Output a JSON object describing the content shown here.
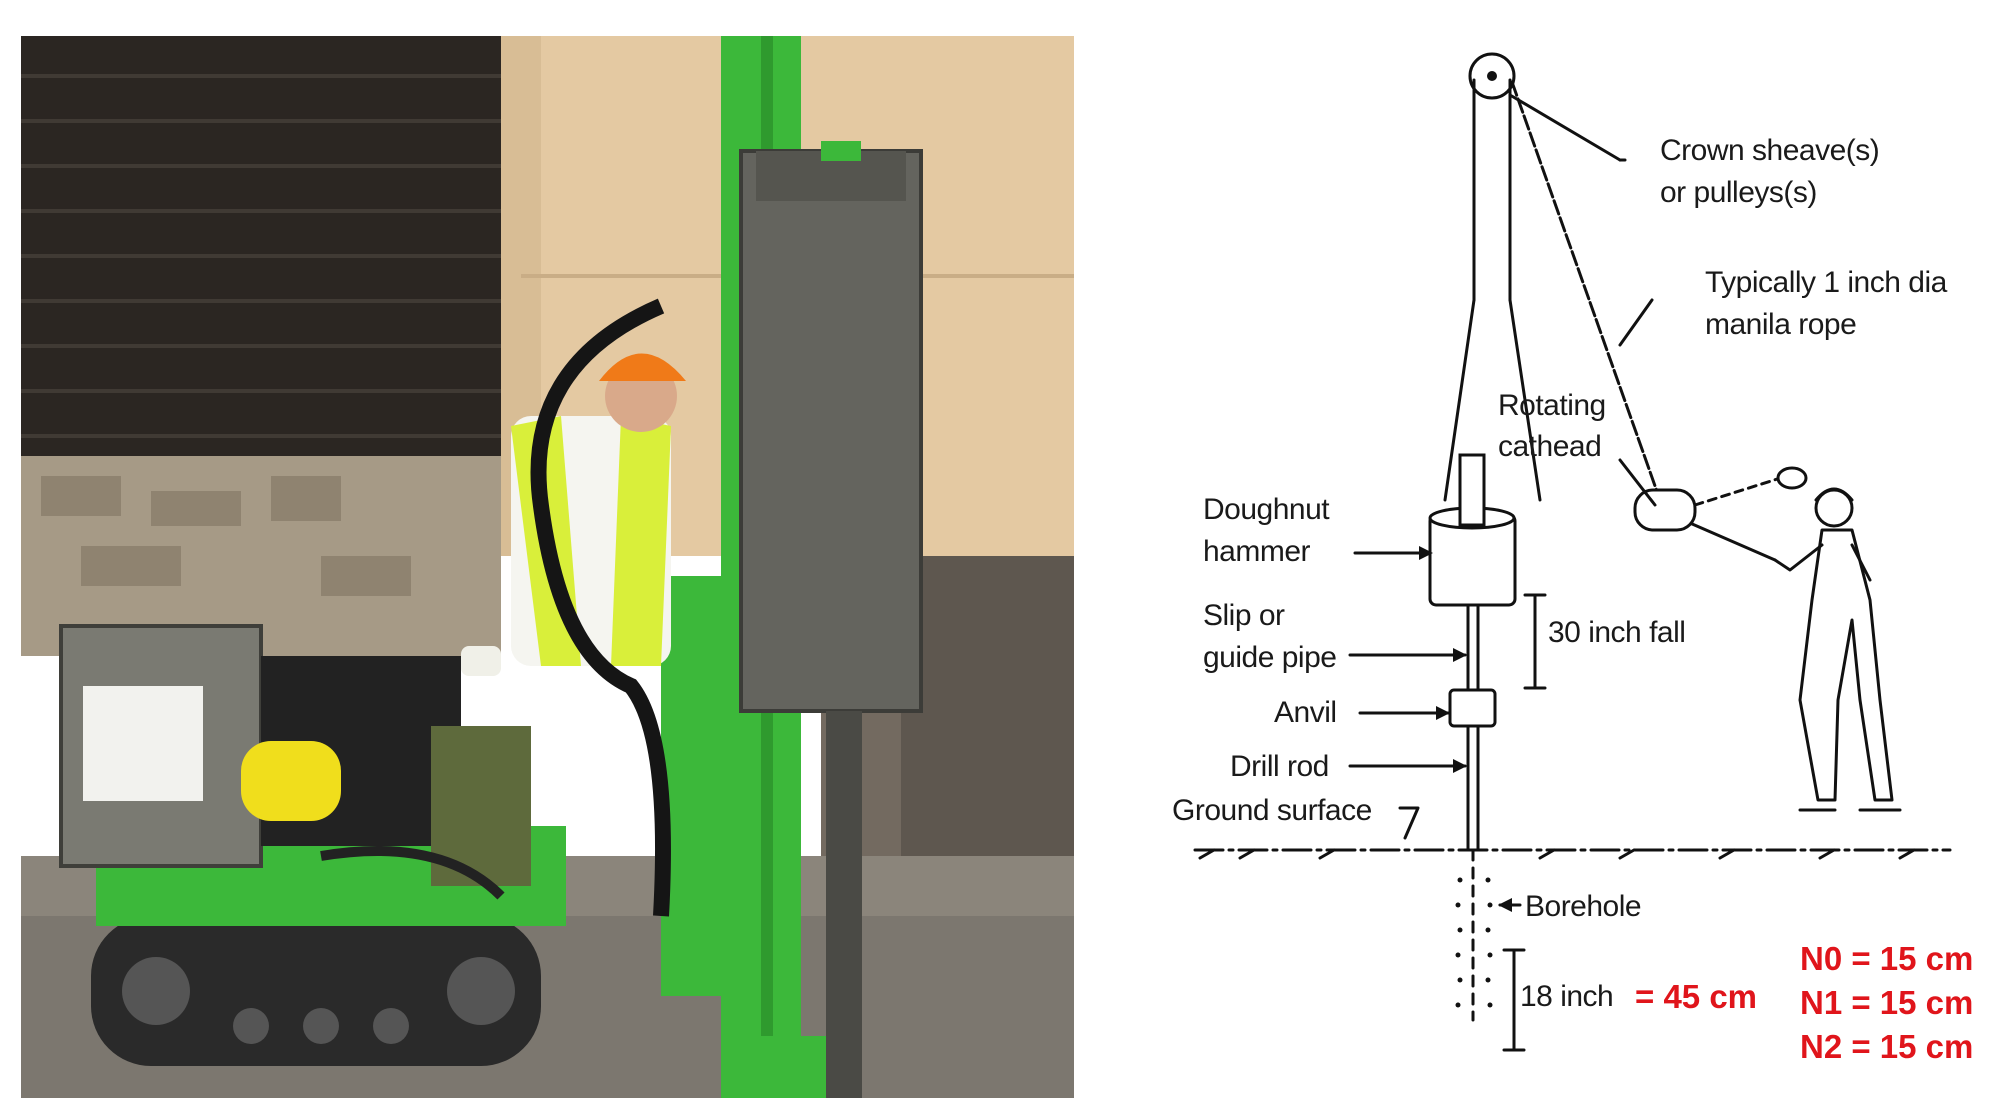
{
  "photo": {
    "description_icon": "drilling-rig-photo",
    "colors": {
      "machine": "#3cb83a",
      "hardhat": "#f07a18",
      "vest": "#d9ef3a",
      "wall": "#2a2520",
      "board": "#e3c8a0"
    }
  },
  "diagram": {
    "labels": {
      "crown_sheave_1": "Crown sheave(s)",
      "crown_sheave_2": "or pulleys(s)",
      "rope_1": "Typically 1 inch dia",
      "rope_2": "manila rope",
      "cathead_1": "Rotating",
      "cathead_2": "cathead",
      "hammer_1": "Doughnut",
      "hammer_2": "hammer",
      "guide_1": "Slip or",
      "guide_2": "guide pipe",
      "fall": "30 inch fall",
      "anvil": "Anvil",
      "drill_rod": "Drill rod",
      "ground": "Ground surface",
      "borehole": "Borehole",
      "eighteen": "18 inch"
    },
    "annotations": {
      "eq45": "= 45 cm",
      "n0": "N0 = 15 cm",
      "n1": "N1 = 15 cm",
      "n2": "N2 = 15 cm",
      "color": "#e0151b"
    }
  }
}
